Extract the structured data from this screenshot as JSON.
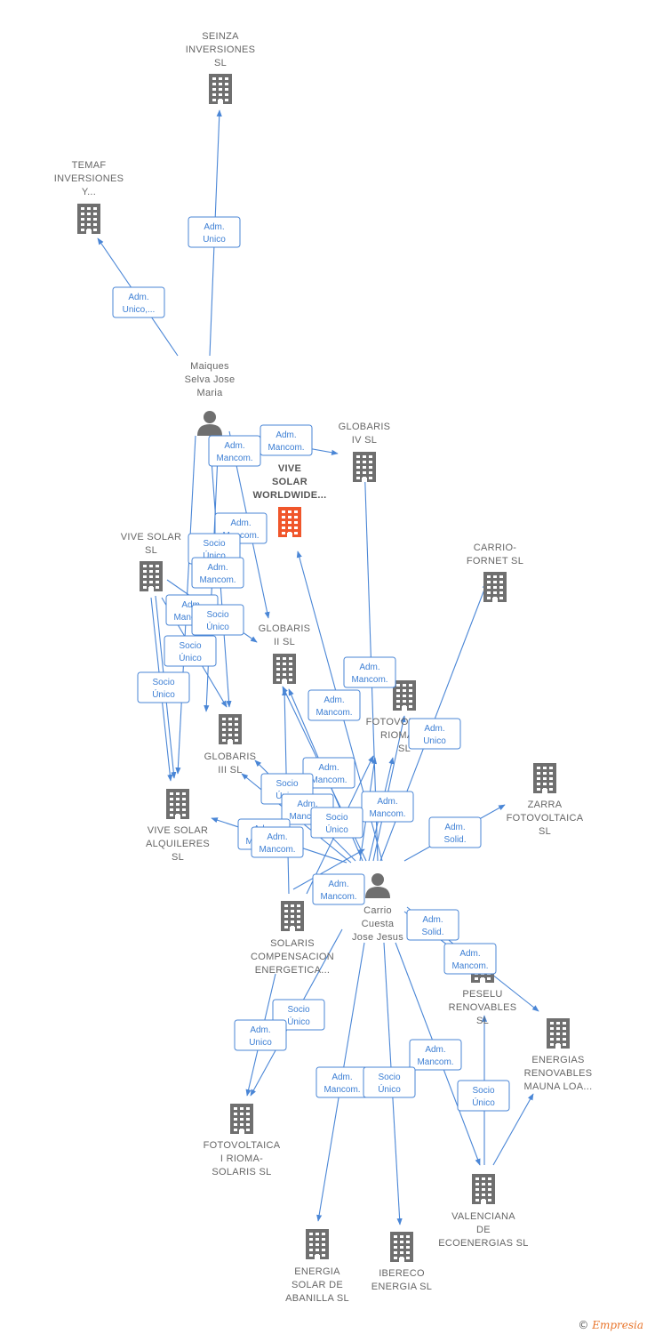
{
  "colors": {
    "edge": "#4a86d6",
    "company": "#6f6f6f",
    "highlight": "#f0562b",
    "person": "#6f6f6f"
  },
  "nodes": [
    {
      "id": "seinza",
      "type": "company",
      "lines": [
        "SEINZA",
        "INVERSIONES",
        "SL"
      ],
      "icon": "building-icon"
    },
    {
      "id": "temaf",
      "type": "company",
      "lines": [
        "TEMAF",
        "INVERSIONES",
        "Y..."
      ],
      "icon": "building-icon"
    },
    {
      "id": "maiques",
      "type": "person",
      "lines": [
        "Maiques",
        "Selva Jose",
        "Maria"
      ],
      "icon": "person-icon"
    },
    {
      "id": "globaris4",
      "type": "company",
      "lines": [
        "GLOBARIS",
        "IV  SL"
      ],
      "icon": "building-icon"
    },
    {
      "id": "vive_ww",
      "type": "company_main",
      "lines": [
        "VIVE",
        "SOLAR",
        "WORLDWIDE..."
      ],
      "icon": "building-icon"
    },
    {
      "id": "vive_solar",
      "type": "company",
      "lines": [
        "VIVE SOLAR",
        "SL"
      ],
      "icon": "building-icon"
    },
    {
      "id": "carrio_fornet",
      "type": "company",
      "lines": [
        "CARRIO-",
        "FORNET SL"
      ],
      "icon": "building-icon"
    },
    {
      "id": "globaris2",
      "type": "company",
      "lines": [
        "GLOBARIS",
        "II  SL"
      ],
      "icon": "building-icon"
    },
    {
      "id": "fotovoltaica_riomaso",
      "type": "company",
      "lines": [
        "FOTOVOLTAICA",
        "RIOMASO",
        "SL"
      ],
      "icon": "building-icon"
    },
    {
      "id": "globaris3",
      "type": "company",
      "lines": [
        "GLOBARIS",
        "III  SL"
      ],
      "icon": "building-icon"
    },
    {
      "id": "zarra",
      "type": "company",
      "lines": [
        "ZARRA",
        "FOTOVOLTAICA",
        "SL"
      ],
      "icon": "building-icon"
    },
    {
      "id": "vive_alquileres",
      "type": "company",
      "lines": [
        "VIVE SOLAR",
        "ALQUILERES",
        "SL"
      ],
      "icon": "building-icon"
    },
    {
      "id": "carrio",
      "type": "person",
      "lines": [
        "Carrio",
        "Cuesta",
        "Jose Jesus"
      ],
      "icon": "person-icon"
    },
    {
      "id": "solaris",
      "type": "company",
      "lines": [
        "SOLARIS",
        "COMPENSACION",
        "ENERGETICA..."
      ],
      "icon": "building-icon"
    },
    {
      "id": "peselu",
      "type": "company",
      "lines": [
        "PESELU",
        "RENOVABLES",
        "SL"
      ],
      "icon": "building-icon"
    },
    {
      "id": "mauna",
      "type": "company",
      "lines": [
        "ENERGIAS",
        "RENOVABLES",
        "MAUNA LOA..."
      ],
      "icon": "building-icon"
    },
    {
      "id": "fotovoltaica_rioma_solaris",
      "type": "company",
      "lines": [
        "FOTOVOLTAICA",
        "I RIOMA-",
        "SOLARIS  SL"
      ],
      "icon": "building-icon"
    },
    {
      "id": "valenciana",
      "type": "company",
      "lines": [
        "VALENCIANA",
        "DE",
        "ECOENERGIAS SL"
      ],
      "icon": "building-icon"
    },
    {
      "id": "abanilla",
      "type": "company",
      "lines": [
        "ENERGIA",
        "SOLAR DE",
        "ABANILLA  SL"
      ],
      "icon": "building-icon"
    },
    {
      "id": "ibereco",
      "type": "company",
      "lines": [
        "IBERECO",
        "ENERGIA  SL"
      ],
      "icon": "building-icon"
    }
  ],
  "badges": [
    {
      "lines": [
        "Adm.",
        "Unico"
      ]
    },
    {
      "lines": [
        "Adm.",
        "Unico,..."
      ]
    },
    {
      "lines": [
        "Adm.",
        "Mancom."
      ]
    },
    {
      "lines": [
        "Adm.",
        "Mancom."
      ]
    },
    {
      "lines": [
        "Adm.",
        "Mancom."
      ]
    },
    {
      "lines": [
        "Socio",
        "Único"
      ]
    },
    {
      "lines": [
        "Adm.",
        "Mancom."
      ]
    },
    {
      "lines": [
        "Adm.",
        "Mancom."
      ]
    },
    {
      "lines": [
        "Socio",
        "Único"
      ]
    },
    {
      "lines": [
        "Socio",
        "Único"
      ]
    },
    {
      "lines": [
        "Socio",
        "Único"
      ]
    },
    {
      "lines": [
        "Adm.",
        "Mancom."
      ]
    },
    {
      "lines": [
        "Adm.",
        "Mancom."
      ]
    },
    {
      "lines": [
        "Adm.",
        "Unico"
      ]
    },
    {
      "lines": [
        "Adm.",
        "Mancom."
      ]
    },
    {
      "lines": [
        "Socio",
        "Único"
      ]
    },
    {
      "lines": [
        "Adm.",
        "Mancom."
      ]
    },
    {
      "lines": [
        "Adm.",
        "Mancom."
      ]
    },
    {
      "lines": [
        "Socio",
        "Único"
      ]
    },
    {
      "lines": [
        "Adm.",
        "Mancom."
      ]
    },
    {
      "lines": [
        "Adm.",
        "Solid."
      ]
    },
    {
      "lines": [
        "Adm.",
        "Mancom."
      ]
    },
    {
      "lines": [
        "Adm.",
        "Mancom."
      ]
    },
    {
      "lines": [
        "Adm.",
        "Solid."
      ]
    },
    {
      "lines": [
        "Adm.",
        "Mancom."
      ]
    },
    {
      "lines": [
        "Socio",
        "Único"
      ]
    },
    {
      "lines": [
        "Adm.",
        "Unico"
      ]
    },
    {
      "lines": [
        "Adm.",
        "Mancom."
      ]
    },
    {
      "lines": [
        "Adm.",
        "Mancom."
      ]
    },
    {
      "lines": [
        "Socio",
        "Único"
      ]
    },
    {
      "lines": [
        "Socio",
        "Único"
      ]
    }
  ],
  "footer": {
    "copyright": "©",
    "brand": "Empresia"
  }
}
